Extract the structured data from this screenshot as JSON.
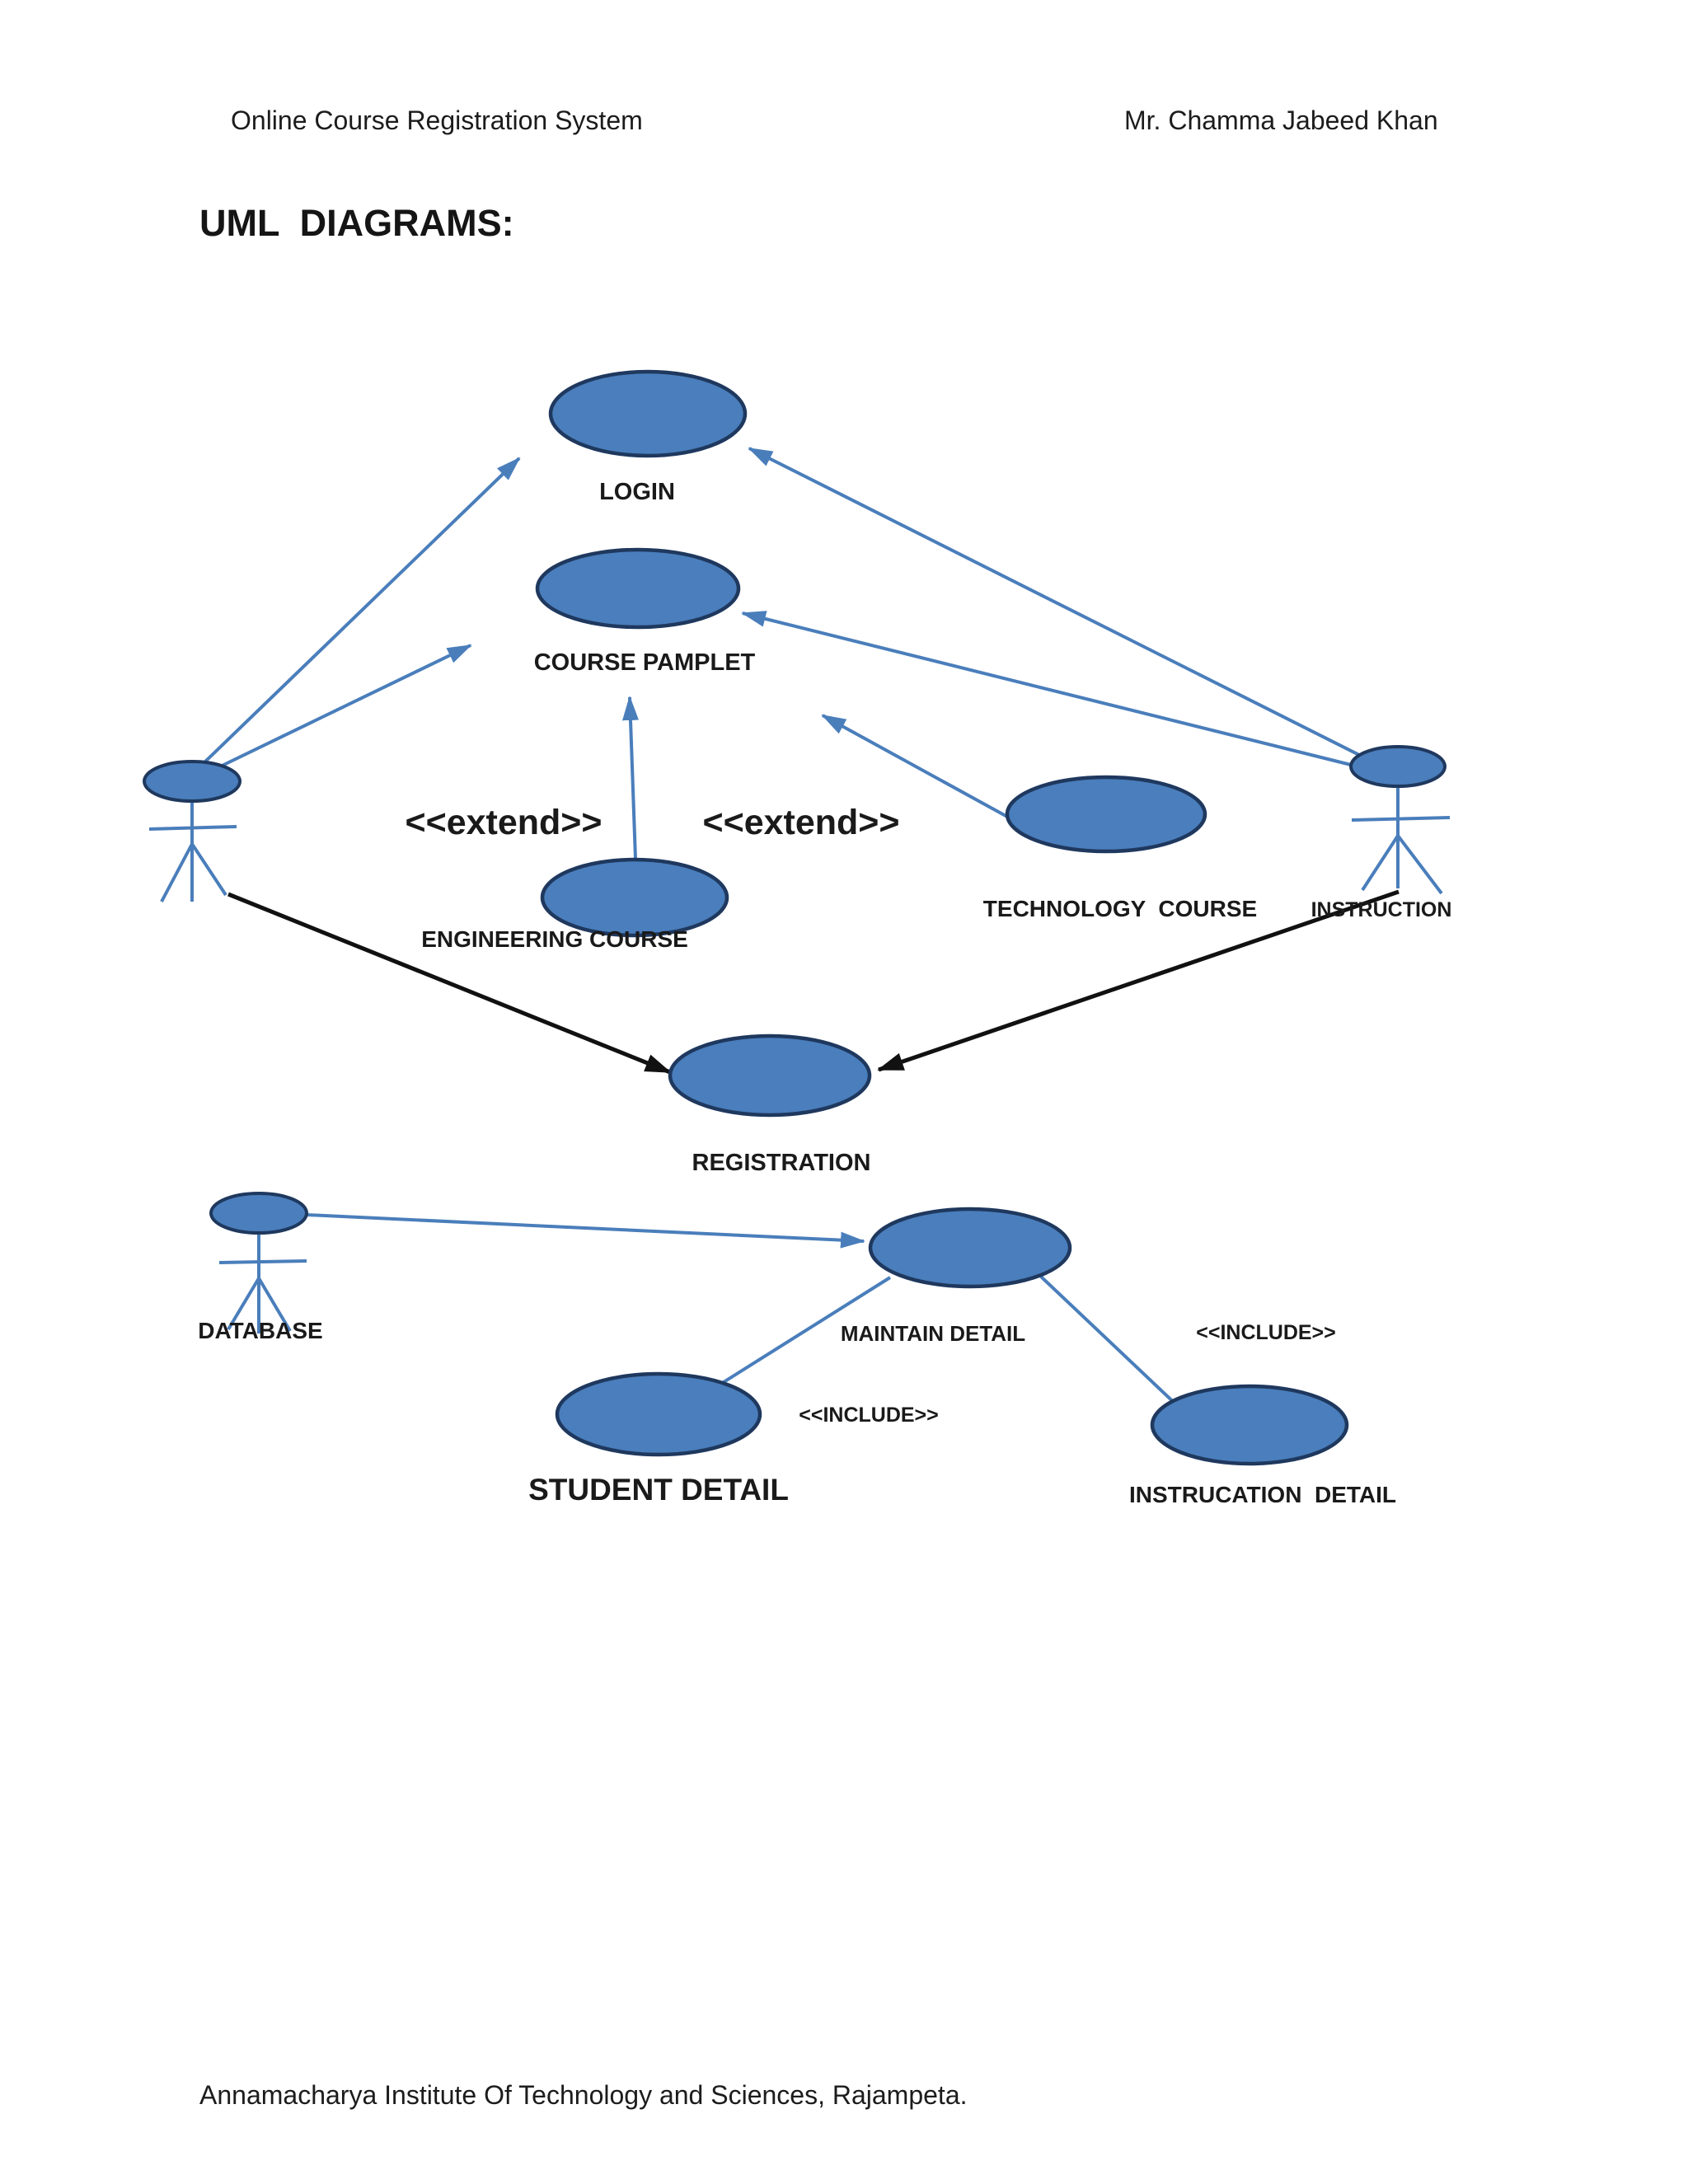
{
  "page": {
    "header_left": "Online Course Registration System",
    "header_right": "Mr. Chamma Jabeed Khan",
    "title": "UML  DIAGRAMS:",
    "footer": "Annamacharya Institute Of Technology and Sciences, Rajampeta."
  },
  "diagram": {
    "type": "uml-use-case-diagram",
    "colors": {
      "shape_fill": "#4a7ebc",
      "shape_stroke": "#1f385e",
      "connector_blue": "#4a7ebb",
      "connector_black": "#111111"
    },
    "use_cases": [
      {
        "id": "login",
        "label": "LOGIN"
      },
      {
        "id": "course-pamplet",
        "label": "COURSE PAMPLET"
      },
      {
        "id": "engineering-course",
        "label": "ENGINEERING COURSE"
      },
      {
        "id": "technology-course",
        "label": "TECHNOLOGY  COURSE"
      },
      {
        "id": "registration",
        "label": "REGISTRATION"
      },
      {
        "id": "maintain-detail",
        "label": "MAINTAIN DETAIL"
      },
      {
        "id": "student-detail",
        "label": "STUDENT DETAIL"
      },
      {
        "id": "instrucation-detail",
        "label": "INSTRUCATION  DETAIL"
      }
    ],
    "actors": [
      {
        "id": "student-actor",
        "label": ""
      },
      {
        "id": "instruction-actor",
        "label": "INSTRUCTION"
      },
      {
        "id": "database-actor",
        "label": "DATABASE"
      }
    ],
    "stereotypes": {
      "extend_left": "<<extend>>",
      "extend_right": "<<extend>>",
      "include_left": "<<INCLUDE>>",
      "include_right": "<<INCLUDE>>"
    }
  }
}
